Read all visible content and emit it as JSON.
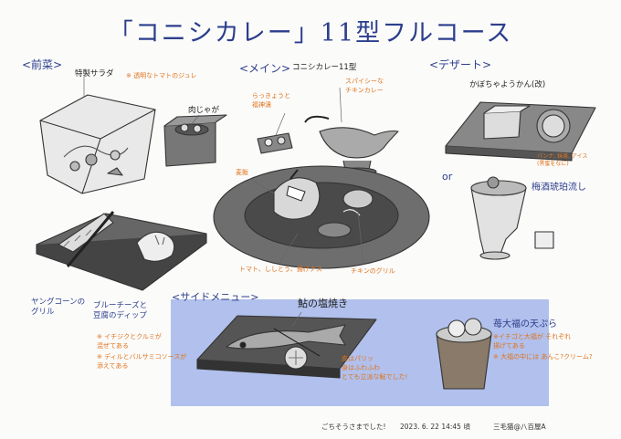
{
  "title": "「コニシカレー」11型フルコース",
  "sections": {
    "starter": "<前菜>",
    "main": "<メイン>",
    "dessert": "<デザート>",
    "side": "<サイドメニュー>"
  },
  "starter": {
    "salad": "特製サラダ",
    "salad_note": "※ 透明なトマトのジュレ",
    "nikujaga": "肉じゃが",
    "corn": "ヤングコーンの\nグリル",
    "dip": "ブルーチーズと\n豆腐のディップ",
    "dip_note1": "※ イチジクとクルミが\n混ぜてある",
    "dip_note2": "※ ディルとバルサミコソースが\n添えてある"
  },
  "main": {
    "name": "コニシカレー11型",
    "pickles": "らっきょうと\n福神漬",
    "sauce": "スパイシーな\nチキンカレー",
    "rice": "麦飯",
    "veg": "トマト、ししとう、揚げナス",
    "chicken": "チキンのグリル"
  },
  "dessert": {
    "yokan": "かぼちゃようかん(改)",
    "parfait": "パンナ, 抹茶, アイス\n(黒蜜をなに)",
    "kohaku": "梅酒琥珀流し",
    "or": "or"
  },
  "side": {
    "ayu": "鮎の塩焼き",
    "ayu_note": "皮はパリッ\n身はふわふわ\nとても立派な鮎でした!",
    "tempura": "苺大福の天ぷら",
    "tempura_note1": "※イチゴと大福が それぞれ\n揚げてある",
    "tempura_note2": "※ 大福の中には あんこ?クリーム?"
  },
  "footer": {
    "thanks": "ごちそうさまでした!",
    "date": "2023. 6. 22  14:45 頃",
    "author": "三毛猫@八百屋A"
  }
}
